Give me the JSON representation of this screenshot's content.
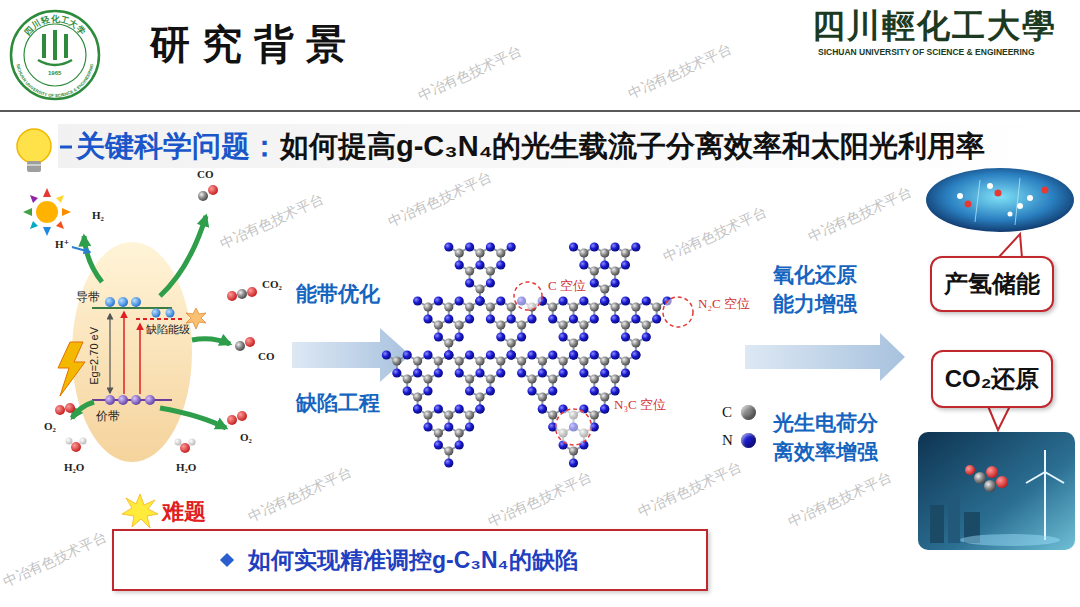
{
  "diagram": {
    "title": "研究背景",
    "nodes": [
      {
        "text": [
          "产氢储能"
        ]
      },
      {
        "text": [
          "CO₂还原"
        ]
      },
      {
        "text": [
          "难题",
          "如何实现精准调控g-C₃N₄的缺陷"
        ]
      }
    ],
    "labels": [
      "四川轻化工大学",
      "SICHUAN UNIVERSITY OF SCIENCE & ENGINEERING",
      "1965",
      "四川輕化工大學",
      "SICHUAN UNIVERSITY OF SCIENCE & ENGINEERING",
      "关键科学问题：",
      "如何提高g-C₃N₄的光生载流子分离效率和太阳光利用率",
      "H₂",
      "H⁺",
      "CO",
      "CO₂",
      "导带",
      "缺陷能级",
      "Eg=2.70 eV",
      "CO",
      "价带",
      "O₂",
      "H₂O",
      "H₂O",
      "O₂",
      "能带优化",
      "缺陷工程",
      "C 空位",
      "N₂C 空位",
      "N₃C 空位",
      "氧化还原能力增强",
      "光生电荷分离效率增强",
      "中冶有色技术平台",
      "中冶有色技术平台",
      "中冶有色技术平台",
      "中冶有色技术平台",
      "中冶有色技术平台",
      "中冶有色技术平台",
      "中冶有色技术平台",
      "中冶有色技术平台",
      "中冶有色技术平台",
      "中冶有色技术平台",
      "中冶有色技术平台"
    ],
    "legend": [
      {
        "text": "C",
        "color": "#8c8c8c"
      },
      {
        "text": "N",
        "color": "#1a1ad0"
      }
    ]
  }
}
